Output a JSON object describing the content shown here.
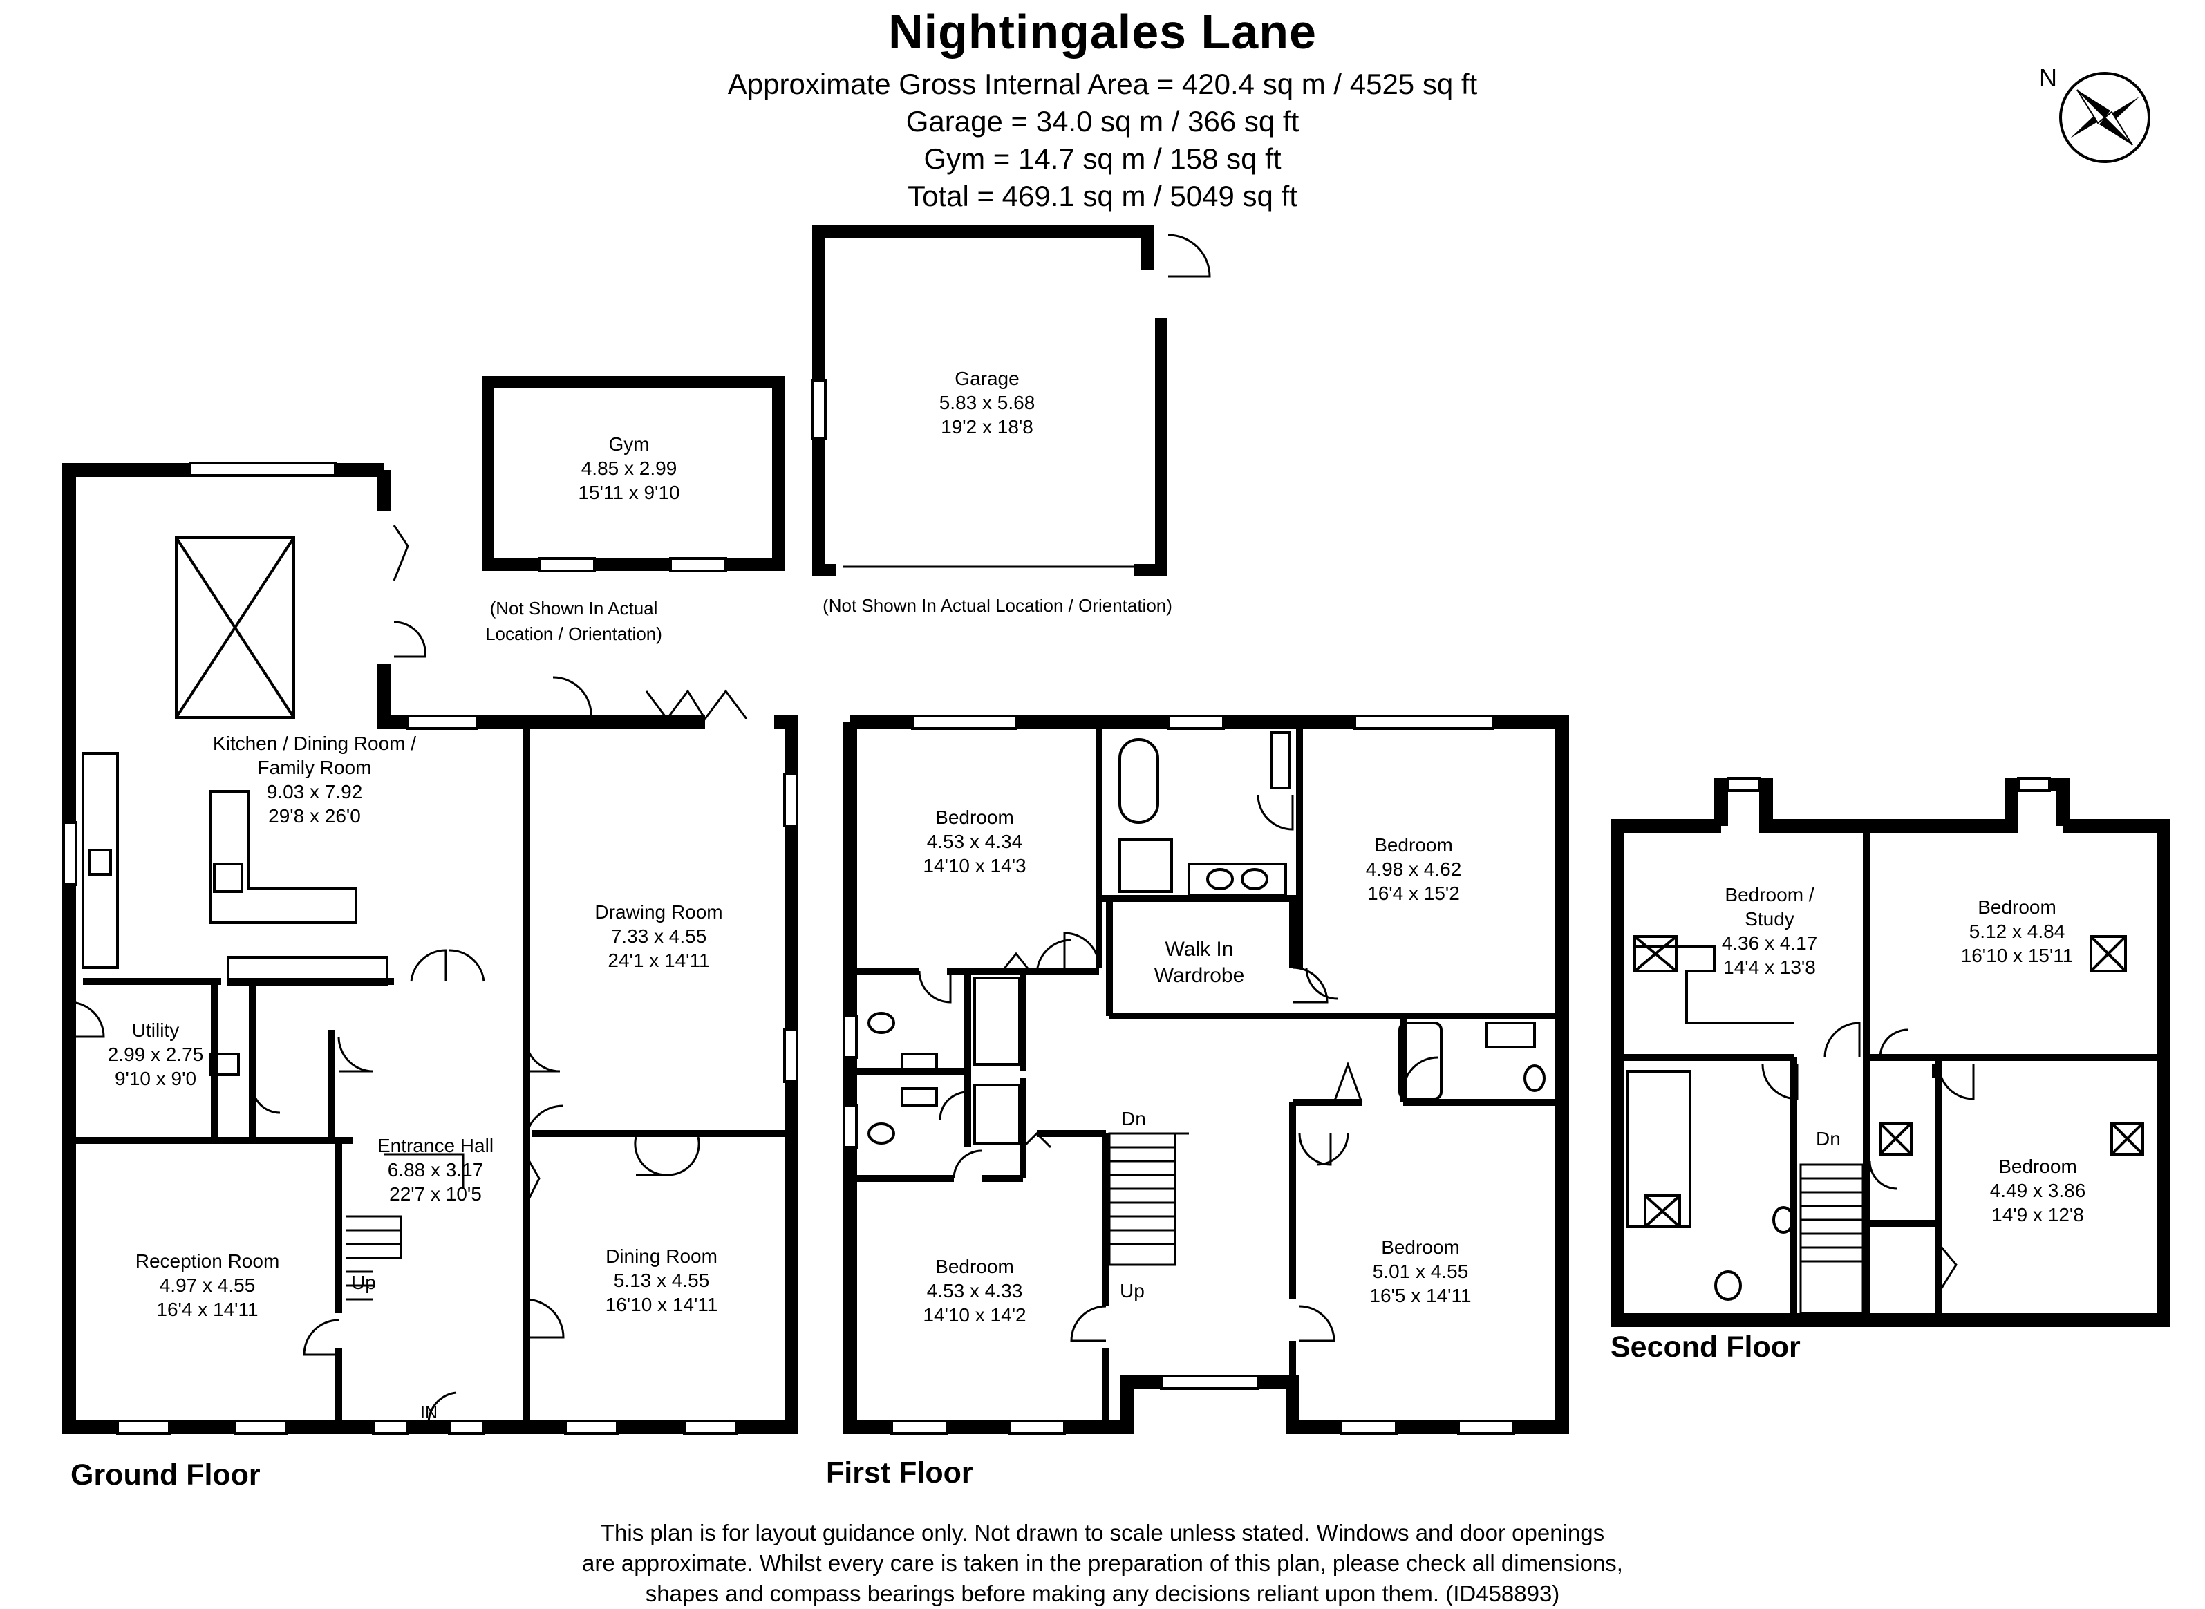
{
  "header": {
    "title": "Nightingales Lane",
    "gross_area": "Approximate Gross Internal Area = 420.4 sq m / 4525 sq ft",
    "garage_area": "Garage = 34.0 sq m / 366 sq ft",
    "gym_area": "Gym = 14.7 sq m / 158 sq ft",
    "total_area": "Total = 469.1 sq m / 5049 sq ft"
  },
  "compass": {
    "letter": "N"
  },
  "floors": {
    "ground": "Ground Floor",
    "first": "First Floor",
    "second": "Second Floor"
  },
  "outbuildings": {
    "gym": {
      "name": "Gym",
      "metric": "4.85 x 2.99",
      "imperial": "15'11 x 9'10",
      "note1": "(Not Shown In Actual",
      "note2": "Location / Orientation)"
    },
    "garage": {
      "name": "Garage",
      "metric": "5.83 x 5.68",
      "imperial": "19'2 x 18'8",
      "note": "(Not Shown In Actual Location / Orientation)"
    }
  },
  "ground_rooms": {
    "kitchen": {
      "l1": "Kitchen / Dining Room /",
      "l2": "Family Room",
      "metric": "9.03 x 7.92",
      "imperial": "29'8 x 26'0"
    },
    "utility": {
      "name": "Utility",
      "metric": "2.99 x 2.75",
      "imperial": "9'10 x 9'0"
    },
    "drawing": {
      "name": "Drawing Room",
      "metric": "7.33 x 4.55",
      "imperial": "24'1 x 14'11"
    },
    "hall": {
      "name": "Entrance Hall",
      "metric": "6.88 x 3.17",
      "imperial": "22'7 x 10'5"
    },
    "reception": {
      "name": "Reception Room",
      "metric": "4.97 x 4.55",
      "imperial": "16'4 x 14'11"
    },
    "dining": {
      "name": "Dining Room",
      "metric": "5.13 x 4.55",
      "imperial": "16'10 x 14'11"
    },
    "up": "Up",
    "in": "IN"
  },
  "first_rooms": {
    "bed1": {
      "name": "Bedroom",
      "metric": "4.53 x 4.34",
      "imperial": "14'10 x 14'3"
    },
    "bed2": {
      "name": "Bedroom",
      "metric": "4.98 x 4.62",
      "imperial": "16'4 x 15'2"
    },
    "wardrobe": {
      "l1": "Walk In",
      "l2": "Wardrobe"
    },
    "bed3": {
      "name": "Bedroom",
      "metric": "4.53 x 4.33",
      "imperial": "14'10 x 14'2"
    },
    "bed4": {
      "name": "Bedroom",
      "metric": "5.01 x 4.55",
      "imperial": "16'5 x 14'11"
    },
    "dn": "Dn",
    "up": "Up"
  },
  "second_rooms": {
    "study": {
      "l1": "Bedroom /",
      "l2": "Study",
      "metric": "4.36 x 4.17",
      "imperial": "14'4 x 13'8"
    },
    "bed5": {
      "name": "Bedroom",
      "metric": "5.12 x 4.84",
      "imperial": "16'10 x 15'11"
    },
    "bed6": {
      "name": "Bedroom",
      "metric": "4.49 x 3.86",
      "imperial": "14'9 x 12'8"
    },
    "dn": "Dn"
  },
  "disclaimer": {
    "l1": "This plan is for layout guidance only. Not drawn to scale unless stated. Windows and door openings",
    "l2": "are approximate. Whilst every care is taken in the preparation of this plan, please check all dimensions,",
    "l3": "shapes and compass bearings before making any decisions reliant upon them. (ID458893)"
  },
  "colors": {
    "wall": "#000000",
    "background": "#ffffff",
    "window": "#ffffff"
  }
}
